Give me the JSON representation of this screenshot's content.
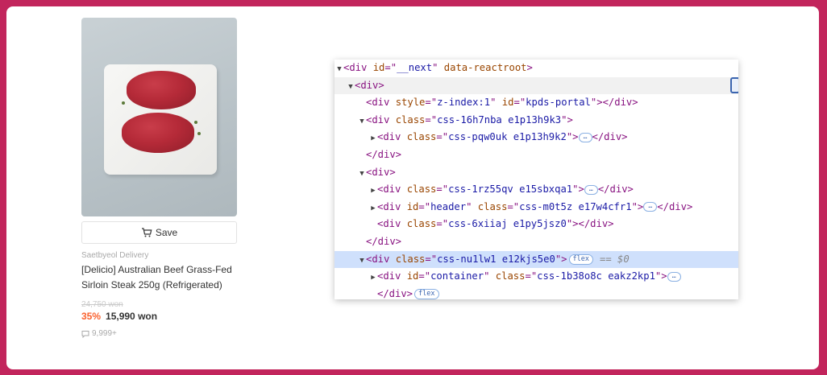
{
  "product": {
    "save_label": "Save",
    "seller": "Saetbyeol Delivery",
    "title": "[Delicio] Australian Beef Grass-Fed Sirloin Steak 250g (Refrigerated)",
    "original_price": "24,750 won",
    "discount": "35%",
    "price": "15,990 won",
    "review_count": "9,999+",
    "icons": {
      "save": "cart-icon",
      "reviews": "comment-icon"
    }
  },
  "devtools": {
    "lines": [
      {
        "indent": 0,
        "twisty": "open",
        "parts": [
          [
            "tag",
            "<div "
          ],
          [
            "attr",
            "id"
          ],
          [
            "tag",
            "=\""
          ],
          [
            "val",
            "__next"
          ],
          [
            "tag",
            "\" "
          ],
          [
            "attr",
            "data-reactroot"
          ],
          [
            "tag",
            ">"
          ]
        ]
      },
      {
        "indent": 1,
        "twisty": "open",
        "hover": true,
        "parts": [
          [
            "tag",
            "<div>"
          ]
        ]
      },
      {
        "indent": 2,
        "twisty": "none",
        "parts": [
          [
            "tag",
            "<div "
          ],
          [
            "attr",
            "style"
          ],
          [
            "tag",
            "=\""
          ],
          [
            "val",
            "z-index:1"
          ],
          [
            "tag",
            "\" "
          ],
          [
            "attr",
            "id"
          ],
          [
            "tag",
            "=\""
          ],
          [
            "val",
            "kpds-portal"
          ],
          [
            "tag",
            "\"></div>"
          ]
        ]
      },
      {
        "indent": 2,
        "twisty": "open",
        "parts": [
          [
            "tag",
            "<div "
          ],
          [
            "attr",
            "class"
          ],
          [
            "tag",
            "=\""
          ],
          [
            "val",
            "css-16h7nba e1p13h9k3"
          ],
          [
            "tag",
            "\">"
          ]
        ]
      },
      {
        "indent": 3,
        "twisty": "closed",
        "parts": [
          [
            "tag",
            "<div "
          ],
          [
            "attr",
            "class"
          ],
          [
            "tag",
            "=\""
          ],
          [
            "val",
            "css-pqw0uk e1p13h9k2"
          ],
          [
            "tag",
            "\">"
          ],
          [
            "ellipsis",
            "…"
          ],
          [
            "tag",
            "</div>"
          ]
        ]
      },
      {
        "indent": 2,
        "twisty": "none",
        "parts": [
          [
            "tag",
            "</div>"
          ]
        ]
      },
      {
        "indent": 2,
        "twisty": "open",
        "parts": [
          [
            "tag",
            "<div>"
          ]
        ]
      },
      {
        "indent": 3,
        "twisty": "closed",
        "parts": [
          [
            "tag",
            "<div "
          ],
          [
            "attr",
            "class"
          ],
          [
            "tag",
            "=\""
          ],
          [
            "val",
            "css-1rz55qv e15sbxqa1"
          ],
          [
            "tag",
            "\">"
          ],
          [
            "ellipsis",
            "…"
          ],
          [
            "tag",
            "</div>"
          ]
        ]
      },
      {
        "indent": 3,
        "twisty": "closed",
        "parts": [
          [
            "tag",
            "<div "
          ],
          [
            "attr",
            "id"
          ],
          [
            "tag",
            "=\""
          ],
          [
            "val",
            "header"
          ],
          [
            "tag",
            "\" "
          ],
          [
            "attr",
            "class"
          ],
          [
            "tag",
            "=\""
          ],
          [
            "val",
            "css-m0t5z e17w4cfr1"
          ],
          [
            "tag",
            "\">"
          ],
          [
            "ellipsis",
            "…"
          ],
          [
            "tag",
            "</div>"
          ]
        ]
      },
      {
        "indent": 3,
        "twisty": "none",
        "parts": [
          [
            "tag",
            "<div "
          ],
          [
            "attr",
            "class"
          ],
          [
            "tag",
            "=\""
          ],
          [
            "val",
            "css-6xiiaj e1py5jsz0"
          ],
          [
            "tag",
            "\"></div>"
          ]
        ]
      },
      {
        "indent": 2,
        "twisty": "none",
        "parts": [
          [
            "tag",
            "</div>"
          ]
        ]
      },
      {
        "indent": 2,
        "twisty": "open",
        "selected": true,
        "parts": [
          [
            "tag",
            "<div "
          ],
          [
            "attr",
            "class"
          ],
          [
            "tag",
            "=\""
          ],
          [
            "val",
            "css-nu1lw1 e12kjs5e0"
          ],
          [
            "tag",
            "\">"
          ],
          [
            "pill",
            "flex"
          ],
          [
            "eq",
            "== $0"
          ]
        ]
      },
      {
        "indent": 3,
        "twisty": "closed",
        "parts": [
          [
            "tag",
            "<div "
          ],
          [
            "attr",
            "id"
          ],
          [
            "tag",
            "=\""
          ],
          [
            "val",
            "container"
          ],
          [
            "tag",
            "\" "
          ],
          [
            "attr",
            "class"
          ],
          [
            "tag",
            "=\""
          ],
          [
            "val",
            "css-1b38o8c eakz2kp1"
          ],
          [
            "tag",
            "\">"
          ],
          [
            "ellipsis",
            "…"
          ]
        ]
      },
      {
        "indent": 3,
        "twisty": "none",
        "parts": [
          [
            "tag",
            "</div>"
          ],
          [
            "pill",
            "flex"
          ]
        ]
      }
    ]
  },
  "colors": {
    "frame": "#c2255c",
    "discount": "#fa622f",
    "selected_row": "#cfe0fc"
  }
}
